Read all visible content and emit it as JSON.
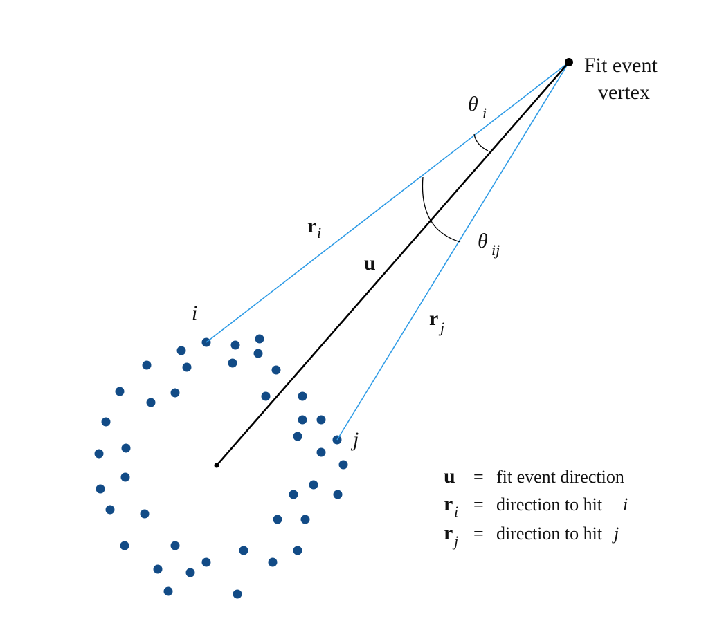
{
  "vertex": {
    "label_line1": "Fit event",
    "label_line2": "vertex"
  },
  "direction_symbol": "u",
  "ray_i": {
    "symbol": "r",
    "subscript": "i",
    "hit_label": "i"
  },
  "ray_j": {
    "symbol": "r",
    "subscript": "j",
    "hit_label": "j"
  },
  "angle_i": {
    "symbol": "θ",
    "subscript": "i"
  },
  "angle_ij": {
    "symbol": "θ",
    "subscript": "ij"
  },
  "legend": [
    {
      "symbol": "u",
      "subscript": "",
      "eq": "=",
      "text": "fit event direction",
      "var": ""
    },
    {
      "symbol": "r",
      "subscript": "i",
      "eq": "=",
      "text": "direction to hit",
      "var": "i"
    },
    {
      "symbol": "r",
      "subscript": "j",
      "eq": "=",
      "text": "direction to hit",
      "var": "j"
    }
  ],
  "colors": {
    "hit": "#124b86",
    "ray": "#2e9be6",
    "axis": "#000000"
  }
}
